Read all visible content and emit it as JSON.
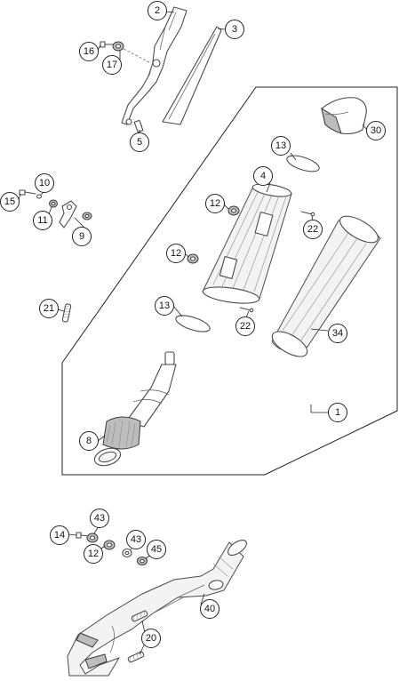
{
  "callouts": {
    "c1": "1",
    "c2": "2",
    "c3": "3",
    "c4": "4",
    "c5": "5",
    "c8": "8",
    "c9": "9",
    "c10": "10",
    "c11": "11",
    "c12a": "12",
    "c12b": "12",
    "c12c": "12",
    "c13a": "13",
    "c13b": "13",
    "c14": "14",
    "c15": "15",
    "c16": "16",
    "c17": "17",
    "c20": "20",
    "c21": "21",
    "c22a": "22",
    "c22b": "22",
    "c30": "30",
    "c34": "34",
    "c40": "40",
    "c43a": "43",
    "c43b": "43",
    "c45": "45"
  }
}
